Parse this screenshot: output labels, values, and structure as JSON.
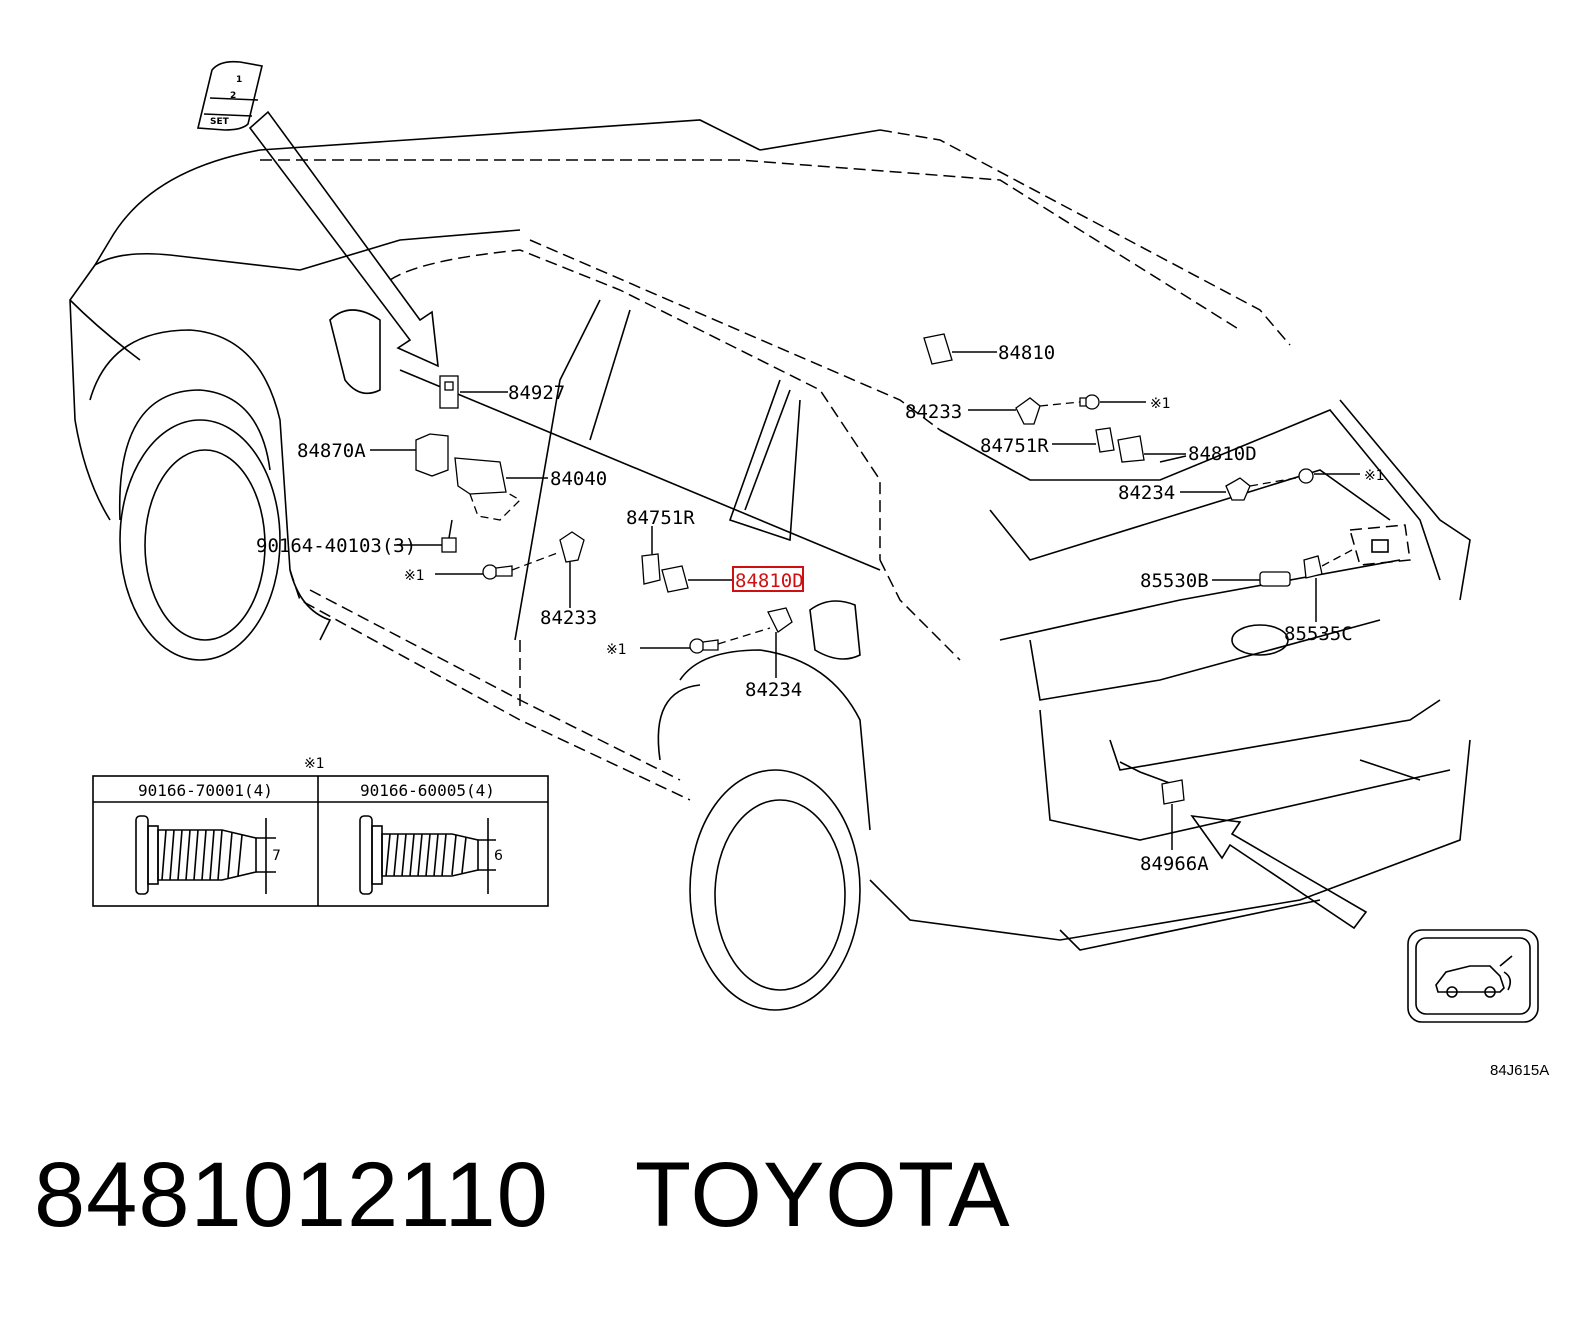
{
  "labels": {
    "l84927": "84927",
    "l84870A": "84870A",
    "l84040": "84040",
    "l90164": "90164-40103(3)",
    "lmark1": "※1",
    "l84233a": "84233",
    "l84751Ra": "84751R",
    "l84810Da": "84810D",
    "l84234a": "84234",
    "lmark2": "※1",
    "l84810": "84810",
    "l84233b": "84233",
    "lmark3": "※1",
    "l84751Rb": "84751R",
    "l84810Db": "84810D",
    "l84234b": "84234",
    "lmark4": "※1",
    "l85530B": "85530B",
    "l85535C": "85535C",
    "l84966A": "84966A"
  },
  "switch_panel": {
    "set": "SET",
    "b1": "1",
    "b2": "2"
  },
  "fastener_table": {
    "mark": "※1",
    "columns": [
      {
        "header": "90166-70001(4)",
        "dim": "7"
      },
      {
        "header": "90166-60005(4)",
        "dim": "6"
      }
    ]
  },
  "drawing_code": "84J615A",
  "footer": {
    "part_number": "8481012110",
    "brand": "TOYOTA"
  }
}
